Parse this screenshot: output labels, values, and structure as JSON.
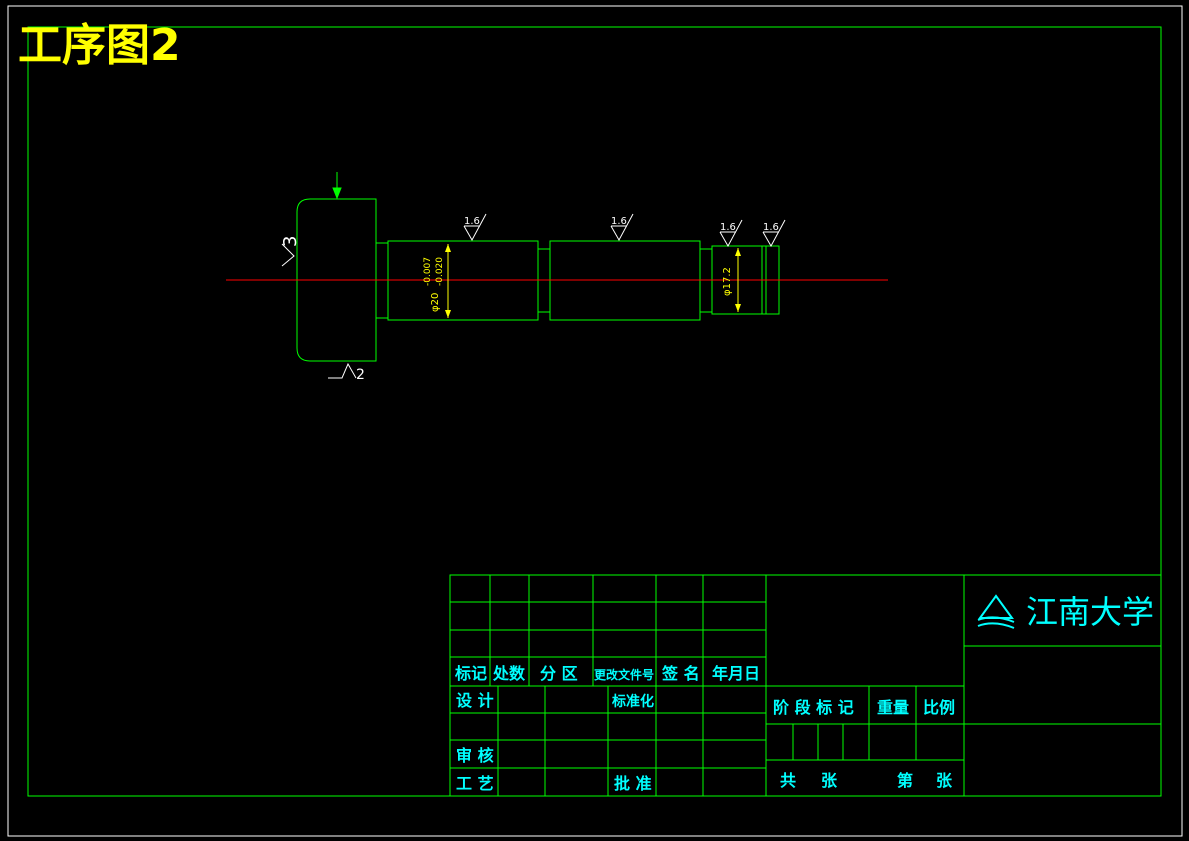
{
  "title": "工序图2",
  "colors": {
    "background": "#000000",
    "outline": "#00ff00",
    "centerline": "#ff0000",
    "dimension": "#ffff00",
    "titleblock_text": "#00ffff",
    "title": "#ffff00",
    "border": "#ffffff"
  },
  "drawing": {
    "roughness_1": "1.6",
    "roughness_2": "1.6",
    "roughness_3": "1.6",
    "roughness_4": "1.6",
    "locating_3": "3",
    "locating_2": "2",
    "dim_main": "φ20",
    "tol_upper": "-0.007",
    "tol_lower": "-0.020",
    "dim_small": "φ17.2"
  },
  "titleblock": {
    "h_mark": "标记",
    "h_count": "处数",
    "h_zone": "分 区",
    "h_docno": "更改文件号",
    "h_sign": "签 名",
    "h_date": "年月日",
    "design": "设 计",
    "standard": "标准化",
    "review": "审 核",
    "process": "工 艺",
    "approve": "批 准",
    "stage": "阶 段 标 记",
    "weight": "重量",
    "scale": "比例",
    "total": "共",
    "sheets1": "张",
    "sheet_no": "第",
    "sheets2": "张",
    "org": "江南大学",
    "org_icon": "jiangnan-logo-icon"
  }
}
